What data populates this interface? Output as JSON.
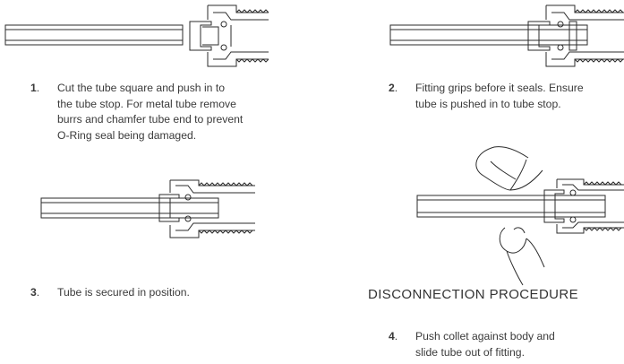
{
  "steps": [
    {
      "number": "1",
      "period": ".",
      "text": "Cut the tube square and push in to\nthe tube stop. For metal tube remove\nburrs and chamfer tube end to prevent\nO-Ring seal being damaged."
    },
    {
      "number": "2",
      "period": ".",
      "text": "Fitting grips before it seals. Ensure\ntube is pushed in to tube stop."
    },
    {
      "number": "3",
      "period": ".",
      "text": "Tube is secured in position."
    },
    {
      "number": "4",
      "period": ".",
      "text": "Push collet against body and\nslide tube out of fitting."
    }
  ],
  "disconnection_heading": "DISCONNECTION PROCEDURE",
  "colors": {
    "line": "#2b2b2b",
    "text": "#3a3a3a"
  },
  "figures": [
    {
      "id": "tube-before-insertion"
    },
    {
      "id": "tube-gripped"
    },
    {
      "id": "tube-secured"
    },
    {
      "id": "collet-pushed-by-finger"
    }
  ]
}
